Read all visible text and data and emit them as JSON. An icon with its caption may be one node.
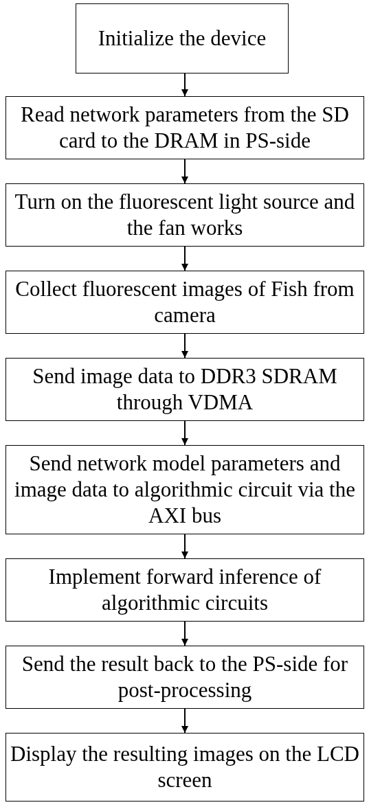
{
  "diagram": {
    "nodes": [
      {
        "text": [
          "Initialize the device"
        ]
      },
      {
        "text": [
          "Read network parameters from the SD card to the DRAM in PS-side"
        ]
      },
      {
        "text": [
          "Turn on the fluorescent light source and the fan works"
        ]
      },
      {
        "text": [
          "Collect fluorescent images of Fish from camera"
        ]
      },
      {
        "text": [
          "Send image data to DDR3 SDRAM through VDMA"
        ]
      },
      {
        "text": [
          "Send network model parameters and image data to algorithmic circuit via the AXI bus"
        ]
      },
      {
        "text": [
          "Implement forward inference of algorithmic circuits"
        ]
      },
      {
        "text": [
          "Send the result back to the PS-side for post-processing"
        ]
      },
      {
        "text": [
          "Display the resulting images on the LCD screen"
        ]
      }
    ],
    "edges": [
      {
        "from": 0,
        "to": 1,
        "arrow": "to"
      },
      {
        "from": 1,
        "to": 2,
        "arrow": "to"
      },
      {
        "from": 2,
        "to": 3,
        "arrow": "to"
      },
      {
        "from": 3,
        "to": 4,
        "arrow": "to"
      },
      {
        "from": 4,
        "to": 5,
        "arrow": "to"
      },
      {
        "from": 5,
        "to": 6,
        "arrow": "to"
      },
      {
        "from": 6,
        "to": 7,
        "arrow": "to"
      },
      {
        "from": 7,
        "to": 8,
        "arrow": "to"
      }
    ]
  }
}
